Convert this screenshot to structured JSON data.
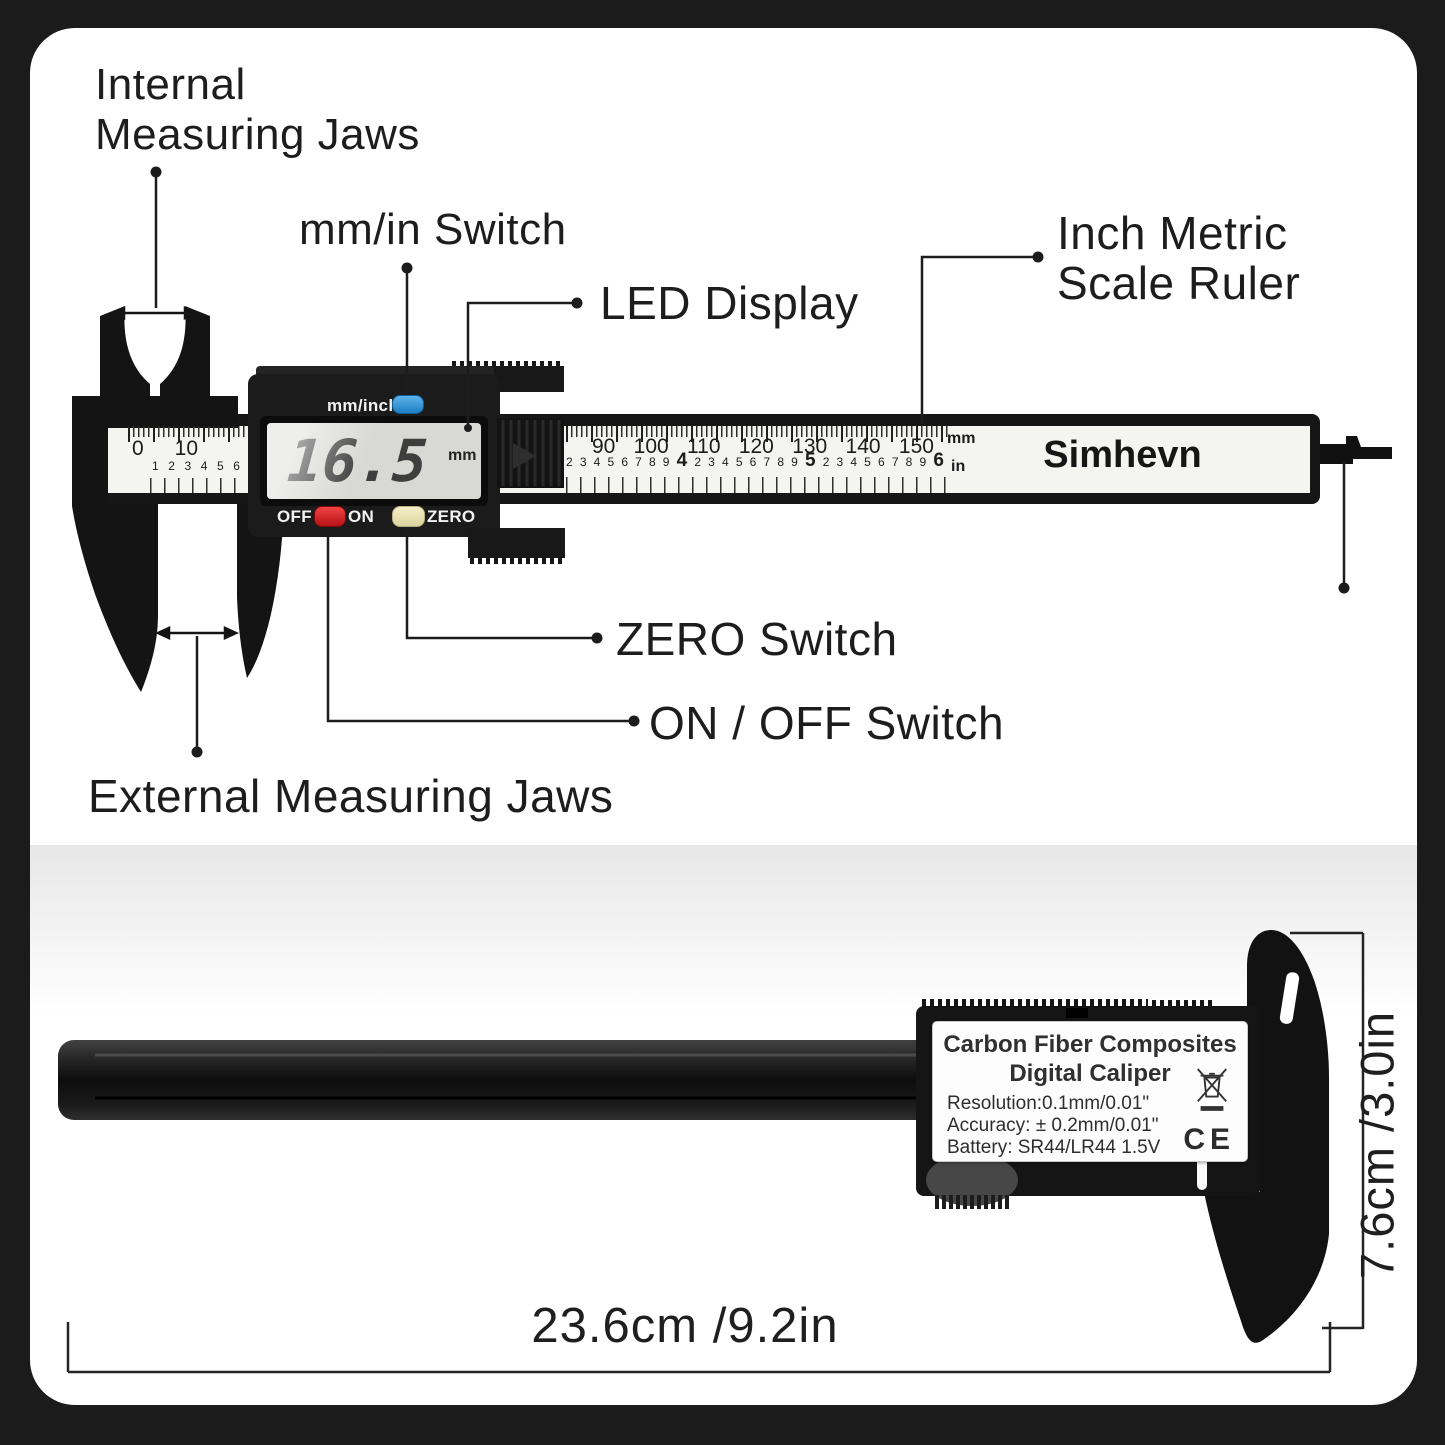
{
  "brand": "Simhevn",
  "annotations": {
    "internal_line1": "Internal",
    "internal_line2": "Measuring Jaws",
    "mm_in_switch": "mm/in Switch",
    "led_display": "LED Display",
    "inch_metric_line1": "Inch Metric",
    "inch_metric_line2": "Scale Ruler",
    "zero_switch": "ZERO Switch",
    "on_off_switch": "ON / OFF Switch",
    "external_jaws": "External Measuring Jaws"
  },
  "display": {
    "mm_inch_label": "mm/inch",
    "reading": "16.5",
    "unit": "mm",
    "off": "OFF",
    "on": "ON",
    "zero": "ZERO"
  },
  "ruler": {
    "mm_left": [
      "0",
      "10"
    ],
    "in_left": [
      "1",
      "2",
      "3",
      "4",
      "5",
      "6"
    ],
    "mm_right": [
      "90",
      "100",
      "110",
      "120",
      "130",
      "140",
      "150"
    ],
    "in_right": [
      {
        "v": "2"
      },
      {
        "v": "3"
      },
      {
        "v": "4"
      },
      {
        "v": "5"
      },
      {
        "v": "6"
      },
      {
        "v": "7"
      },
      {
        "v": "8"
      },
      {
        "v": "9"
      },
      {
        "v": "4",
        "big": true
      },
      {
        "v": "2"
      },
      {
        "v": "3"
      },
      {
        "v": "4"
      },
      {
        "v": "5"
      },
      {
        "v": "6"
      },
      {
        "v": "7"
      },
      {
        "v": "8"
      },
      {
        "v": "9"
      },
      {
        "v": "5",
        "big": true
      },
      {
        "v": "2"
      },
      {
        "v": "3"
      },
      {
        "v": "4"
      },
      {
        "v": "5"
      },
      {
        "v": "6"
      },
      {
        "v": "7"
      },
      {
        "v": "8"
      },
      {
        "v": "9"
      },
      {
        "v": "6",
        "big": true
      }
    ],
    "mm_unit": "mm",
    "in_unit": "in"
  },
  "back_label": {
    "title_line1": "Carbon Fiber Composites",
    "title_line2": "Digital Caliper",
    "specs": [
      "Resolution:0.1mm/0.01\"",
      "Accuracy: ± 0.2mm/0.01\"",
      "Battery: SR44/LR44 1.5V"
    ],
    "ce": "CE"
  },
  "dimensions": {
    "length": "23.6cm /9.2in",
    "height": "7.6cm /3.0in"
  },
  "colors": {
    "background": "#1b1b1b",
    "panel": "#ffffff",
    "caliper_black": "#141414",
    "button_blue": "#2d92d8",
    "button_red": "#d6232a",
    "button_cream": "#eae4b4",
    "lcd": "#d8d8d4"
  }
}
